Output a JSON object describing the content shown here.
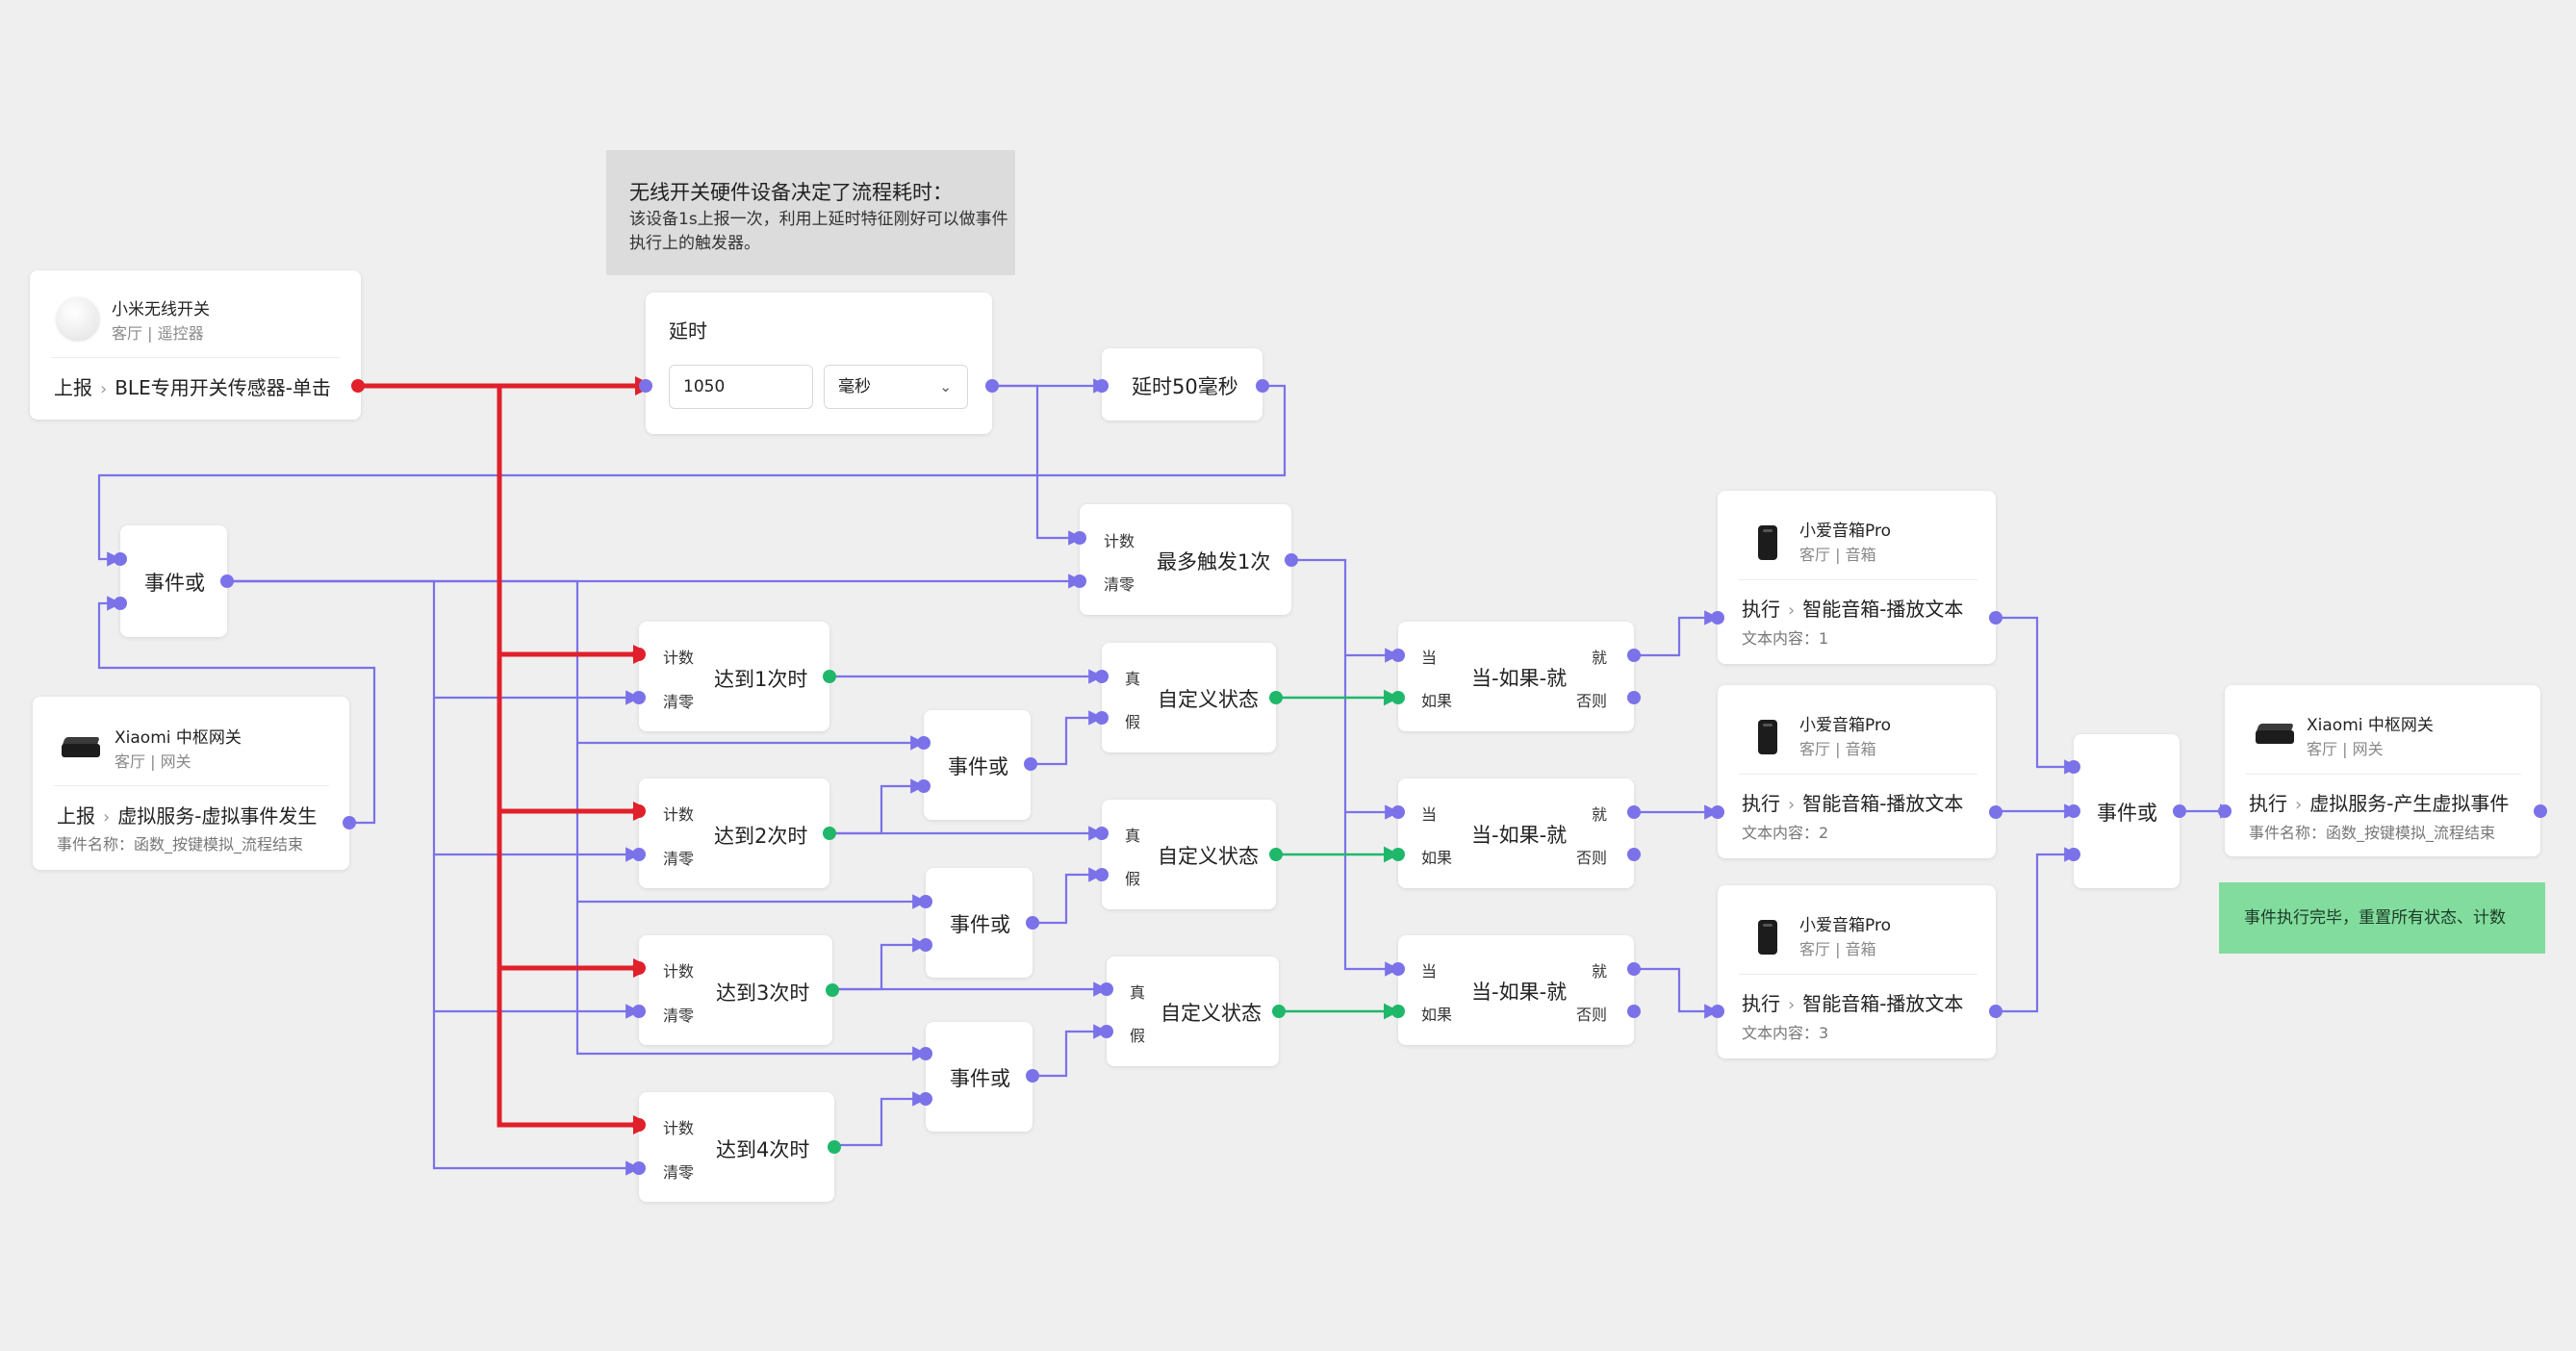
{
  "note": {
    "title": "无线开关硬件设备决定了流程耗时：",
    "body": "该设备1s上报一次，利用上延时特征刚好可以做事件执行上的触发器。"
  },
  "switch_node": {
    "name": "小米无线开关",
    "location": "客厅 | 遥控器",
    "kind": "上报",
    "action": "BLE专用开关传感器-单击",
    "icon": "wireless-switch-icon"
  },
  "delay_node": {
    "title": "延时",
    "value": "1050",
    "unit": "毫秒"
  },
  "delay50_node": {
    "title": "延时50毫秒"
  },
  "max_trigger": {
    "title": "最多触发1次",
    "count_label": "计数",
    "reset_label": "清零"
  },
  "or_main": {
    "title": "事件或"
  },
  "gateway_in": {
    "name": "Xiaomi 中枢网关",
    "location": "客厅 | 网关",
    "kind": "上报",
    "action": "虚拟服务-虚拟事件发生",
    "detail": "事件名称：函数_按键模拟_流程结束",
    "icon": "gateway-icon"
  },
  "counters": [
    {
      "title": "达到1次时",
      "count_label": "计数",
      "reset_label": "清零"
    },
    {
      "title": "达到2次时",
      "count_label": "计数",
      "reset_label": "清零"
    },
    {
      "title": "达到3次时",
      "count_label": "计数",
      "reset_label": "清零"
    },
    {
      "title": "达到4次时",
      "count_label": "计数",
      "reset_label": "清零"
    }
  ],
  "or_nodes": [
    {
      "title": "事件或"
    },
    {
      "title": "事件或"
    },
    {
      "title": "事件或"
    }
  ],
  "states": [
    {
      "title": "自定义状态",
      "true_label": "真",
      "false_label": "假"
    },
    {
      "title": "自定义状态",
      "true_label": "真",
      "false_label": "假"
    },
    {
      "title": "自定义状态",
      "true_label": "真",
      "false_label": "假"
    }
  ],
  "conditions": [
    {
      "title": "当-如果-就",
      "when_label": "当",
      "if_label": "如果",
      "then_label": "就",
      "else_label": "否则"
    },
    {
      "title": "当-如果-就",
      "when_label": "当",
      "if_label": "如果",
      "then_label": "就",
      "else_label": "否则"
    },
    {
      "title": "当-如果-就",
      "when_label": "当",
      "if_label": "如果",
      "then_label": "就",
      "else_label": "否则"
    }
  ],
  "speakers": [
    {
      "name": "小爱音箱Pro",
      "location": "客厅 | 音箱",
      "kind": "执行",
      "action": "智能音箱-播放文本",
      "detail": "文本内容：1",
      "icon": "speaker-icon"
    },
    {
      "name": "小爱音箱Pro",
      "location": "客厅 | 音箱",
      "kind": "执行",
      "action": "智能音箱-播放文本",
      "detail": "文本内容：2",
      "icon": "speaker-icon"
    },
    {
      "name": "小爱音箱Pro",
      "location": "客厅 | 音箱",
      "kind": "执行",
      "action": "智能音箱-播放文本",
      "detail": "文本内容：3",
      "icon": "speaker-icon"
    }
  ],
  "or_final": {
    "title": "事件或"
  },
  "gateway_out": {
    "name": "Xiaomi 中枢网关",
    "location": "客厅 | 网关",
    "kind": "执行",
    "action": "虚拟服务-产生虚拟事件",
    "detail": "事件名称：函数_按键模拟_流程结束",
    "icon": "gateway-icon"
  },
  "green_note": {
    "text": "事件执行完毕，重置所有状态、计数"
  },
  "colors": {
    "wire": "#7b72e9",
    "trigger": "#e0202a",
    "state": "#1fb86b"
  }
}
